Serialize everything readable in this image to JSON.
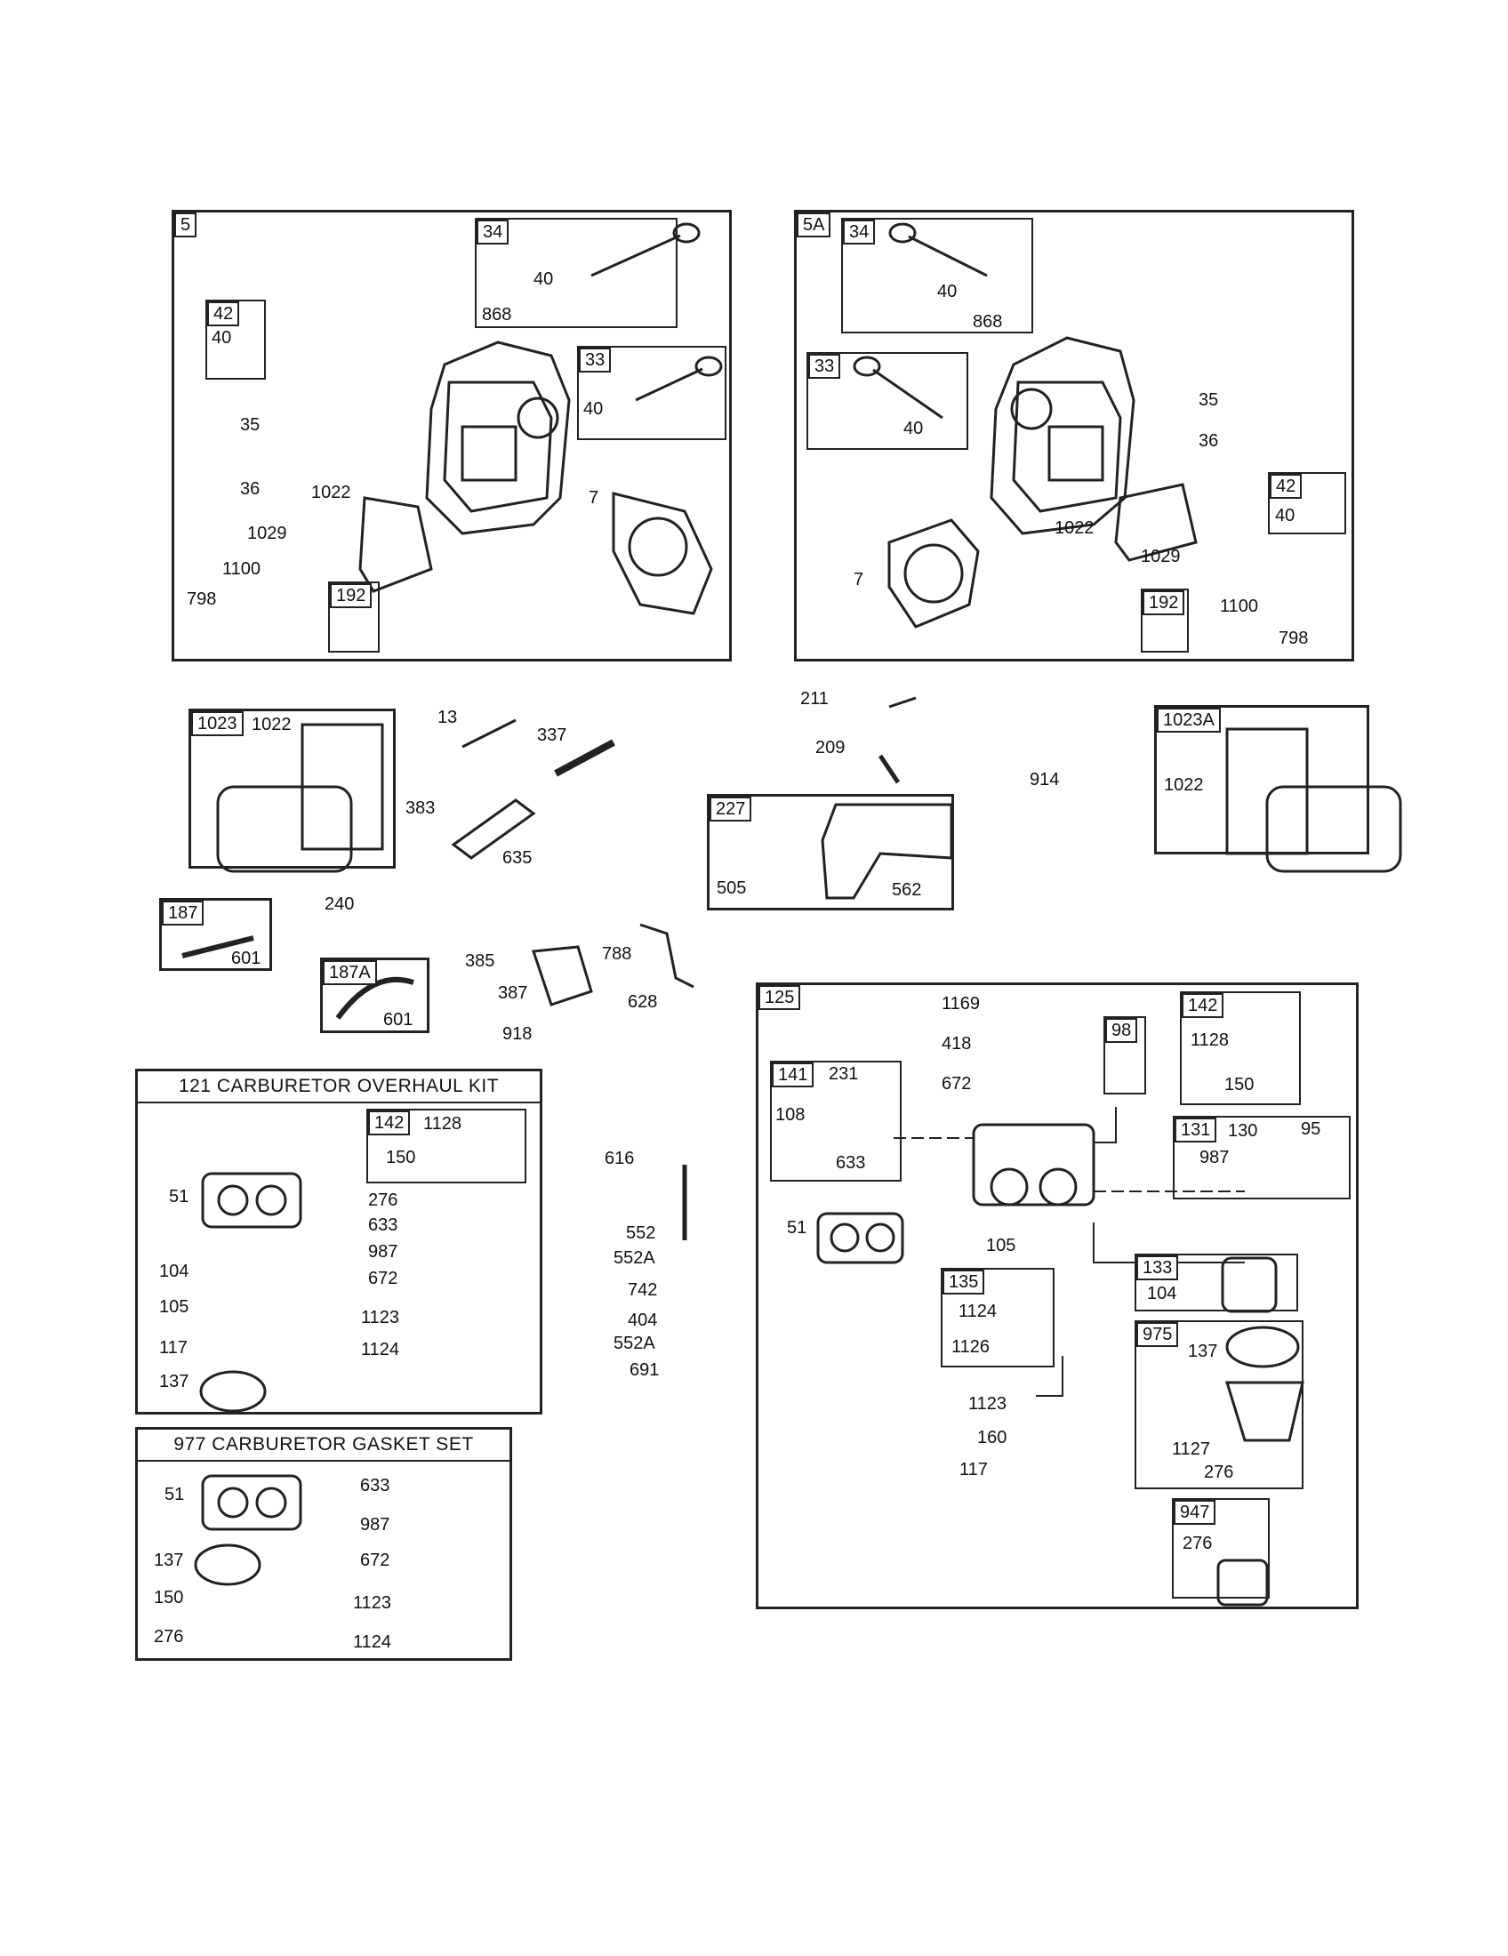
{
  "groups": {
    "head5": {
      "tag": "5",
      "sub34": "34",
      "sub33": "33",
      "sub42": "42",
      "sub192": "192",
      "labels": {
        "l40a": "40",
        "l868": "868",
        "l40b": "40",
        "l40c": "40",
        "l35": "35",
        "l36": "36",
        "l1022": "1022",
        "l7": "7",
        "l1029": "1029",
        "l1100": "1100",
        "l798": "798"
      }
    },
    "head5a": {
      "tag": "5A",
      "sub34": "34",
      "sub33": "33",
      "sub42": "42",
      "sub192": "192",
      "labels": {
        "l40a": "40",
        "l868": "868",
        "l40b": "40",
        "l40c": "40",
        "l35": "35",
        "l36": "36",
        "l1022": "1022",
        "l7": "7",
        "l1029": "1029",
        "l1100": "1100",
        "l798": "798"
      }
    },
    "cover1023": {
      "tag": "1023",
      "l1022": "1022"
    },
    "cover1023a": {
      "tag": "1023A",
      "l1022": "1022"
    },
    "g187": {
      "tag": "187",
      "l601": "601"
    },
    "g187a": {
      "tag": "187A",
      "l601": "601"
    },
    "g227": {
      "tag": "227",
      "l505": "505",
      "l562": "562"
    },
    "kit121": {
      "title": "121 CARBURETOR OVERHAUL KIT",
      "sub142": "142",
      "labels": {
        "l1128": "1128",
        "l150": "150",
        "l51": "51",
        "l276": "276",
        "l633": "633",
        "l987": "987",
        "l672": "672",
        "l104": "104",
        "l105": "105",
        "l1123": "1123",
        "l1124": "1124",
        "l117": "117",
        "l137": "137"
      }
    },
    "kit977": {
      "title": "977 CARBURETOR GASKET SET",
      "labels": {
        "l51": "51",
        "l633": "633",
        "l987": "987",
        "l137": "137",
        "l672": "672",
        "l150": "150",
        "l1123": "1123",
        "l276": "276",
        "l1124": "1124"
      }
    },
    "carb125": {
      "tag": "125",
      "sub141": "141",
      "sub98": "98",
      "sub142": "142",
      "sub131": "131",
      "sub133": "133",
      "sub135": "135",
      "sub975": "975",
      "sub947": "947",
      "labels": {
        "l1169": "1169",
        "l418": "418",
        "l672": "672",
        "l231": "231",
        "l108": "108",
        "l633": "633",
        "l1128": "1128",
        "l150": "150",
        "l130": "130",
        "l95": "95",
        "l987": "987",
        "l51": "51",
        "l105": "105",
        "l104": "104",
        "l1124": "1124",
        "l1126": "1126",
        "l137": "137",
        "l1123": "1123",
        "l160": "160",
        "l117": "117",
        "l1127": "1127",
        "l276a": "276",
        "l276b": "276"
      }
    }
  },
  "loose": {
    "l13": "13",
    "l337": "337",
    "l383": "383",
    "l635": "635",
    "l240": "240",
    "l385": "385",
    "l387": "387",
    "l918": "918",
    "l788": "788",
    "l628": "628",
    "l211": "211",
    "l209": "209",
    "l914": "914",
    "l616": "616",
    "l552": "552",
    "l552a1": "552A",
    "l742": "742",
    "l404": "404",
    "l552a2": "552A",
    "l691": "691"
  }
}
